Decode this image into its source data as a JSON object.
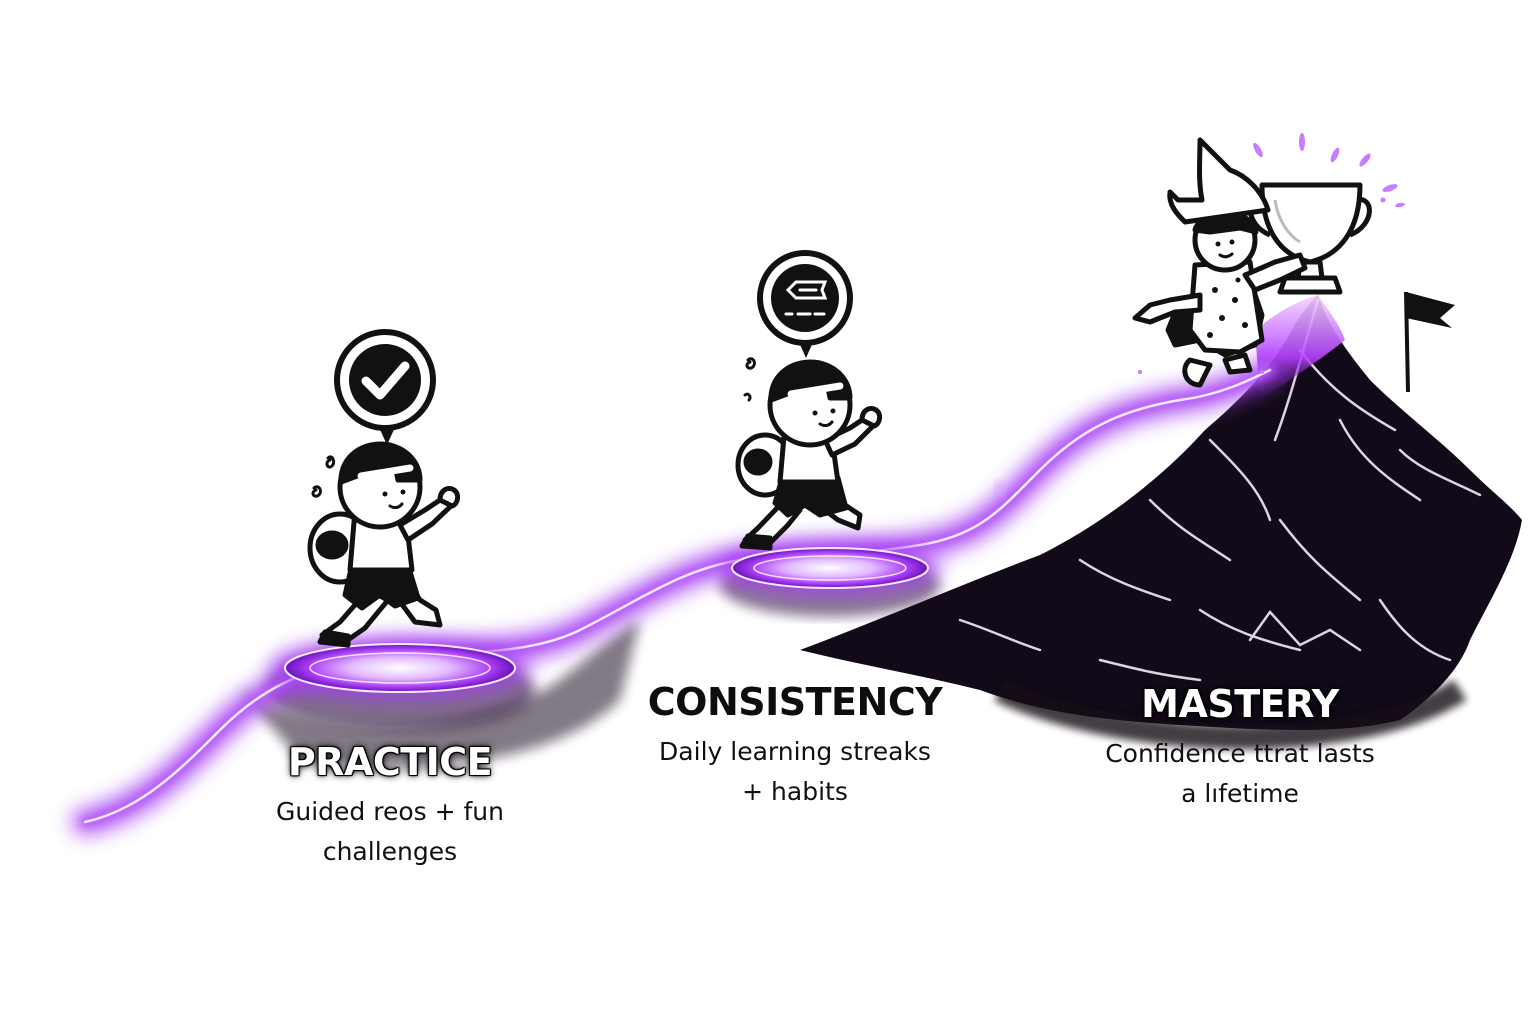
{
  "stages": [
    {
      "title": "PRACTICE",
      "desc_line1": "Guided reos + fun",
      "desc_line2": "challenges",
      "icon": "checkmark-icon"
    },
    {
      "title": "CONSISTENCY",
      "desc_line1": "Daily learning streaks",
      "desc_line2": "+ habits",
      "icon": "checklist-icon"
    },
    {
      "title": "MASTERY",
      "desc_line1": "Confidence ttrat lasts",
      "desc_line2": "a lıfetime",
      "icon": "trophy-icon"
    }
  ],
  "colors": {
    "glow": "#b44dff",
    "glow_core": "#f3e6ff",
    "ink": "#0d0d0d",
    "mountain": "#120a18"
  }
}
